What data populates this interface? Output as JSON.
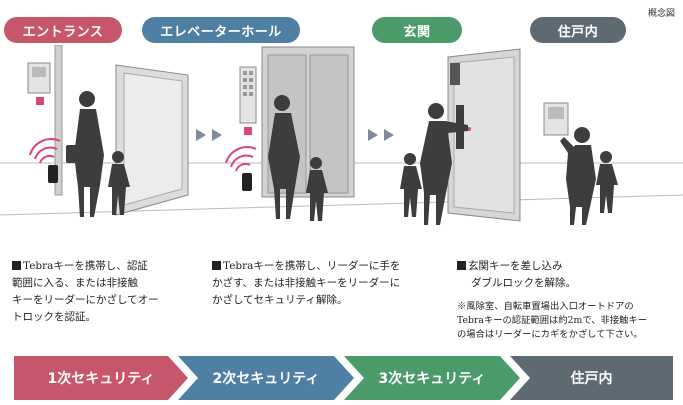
{
  "note": "概念図",
  "stages": [
    {
      "label": "エントランス",
      "color": "#c7566a"
    },
    {
      "label": "エレベーターホール",
      "color": "#4f7fa3"
    },
    {
      "label": "玄関",
      "color": "#4a9a6a"
    },
    {
      "label": "住戸内",
      "color": "#5e6a72"
    }
  ],
  "captions": {
    "c1": [
      "Tebraキーを携帯し、認証",
      "範囲に入る、または非接触",
      "キーをリーダーにかざしてオー",
      "トロックを認証。"
    ],
    "c2": [
      "Tebraキーを携帯し、リーダーに手を",
      "かざす、または非接触キーをリーダーに",
      "かざしてセキュリティ解除。"
    ],
    "c3": [
      "玄関キーを差し込み",
      "ダブルロックを解除。"
    ],
    "c3_note": [
      "※風除室、自転車置場出入口オートドアの",
      "Tebraキーの認証範囲は約2mで、非接触キー",
      "の場合はリーダーにカギをかざして下さい。"
    ]
  },
  "security_bar": [
    {
      "label": "1次セキュリティ",
      "color": "#c7566a"
    },
    {
      "label": "2次セキュリティ",
      "color": "#4f7fa3"
    },
    {
      "label": "3次セキュリティ",
      "color": "#4a9a6a"
    },
    {
      "label": "住戸内",
      "color": "#5e6a72"
    }
  ]
}
